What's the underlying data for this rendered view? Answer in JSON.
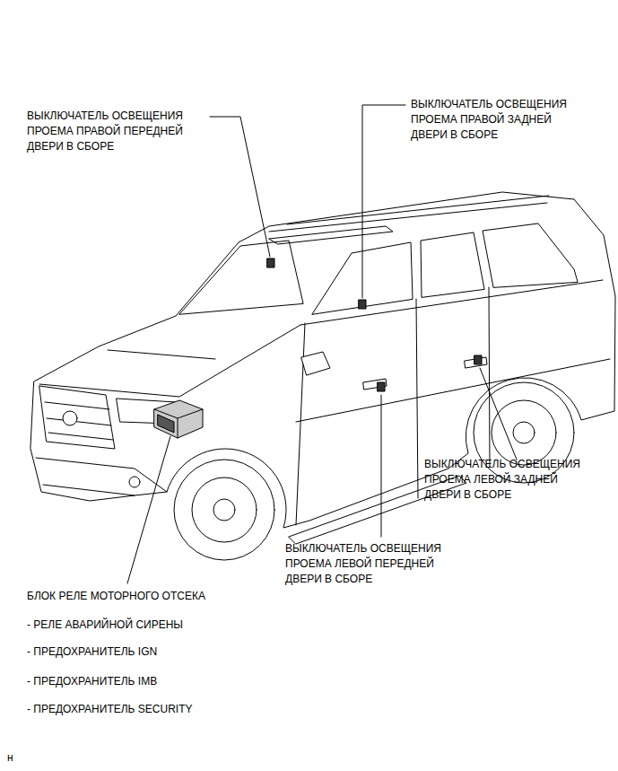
{
  "diagram": {
    "labels": [
      "ВЫКЛЮЧАТЕЛЬ ОСВЕЩЕНИЯ ПРОЕМА ПРАВОЙ ПЕРЕДНЕЙ ДВЕРИ В СБОРЕ",
      "ВЫКЛЮЧАТЕЛЬ ОСВЕЩЕНИЯ ПРОЕМА ПРАВОЙ ЗАДНЕЙ ДВЕРИ В СБОРЕ",
      "ВЫКЛЮЧАТЕЛЬ ОСВЕЩЕНИЯ ПРОЕМА ЛЕВОЙ ЗАДНЕЙ ДВЕРИ В СБОРЕ",
      "ВЫКЛЮЧАТЕЛЬ ОСВЕЩЕНИЯ ПРОЕМА ЛЕВОЙ ПЕРЕДНЕЙ ДВЕРИ В СБОРЕ",
      "БЛОК РЕЛЕ МОТОРНОГО ОТСЕКА",
      "- РЕЛЕ АВАРИЙНОЙ СИРЕНЫ",
      "- ПРЕДОХРАНИТЕЛЬ IGN",
      "- ПРЕДОХРАНИТЕЛЬ IMB",
      "- ПРЕДОХРАНИТЕЛЬ SECURITY",
      "н"
    ]
  }
}
